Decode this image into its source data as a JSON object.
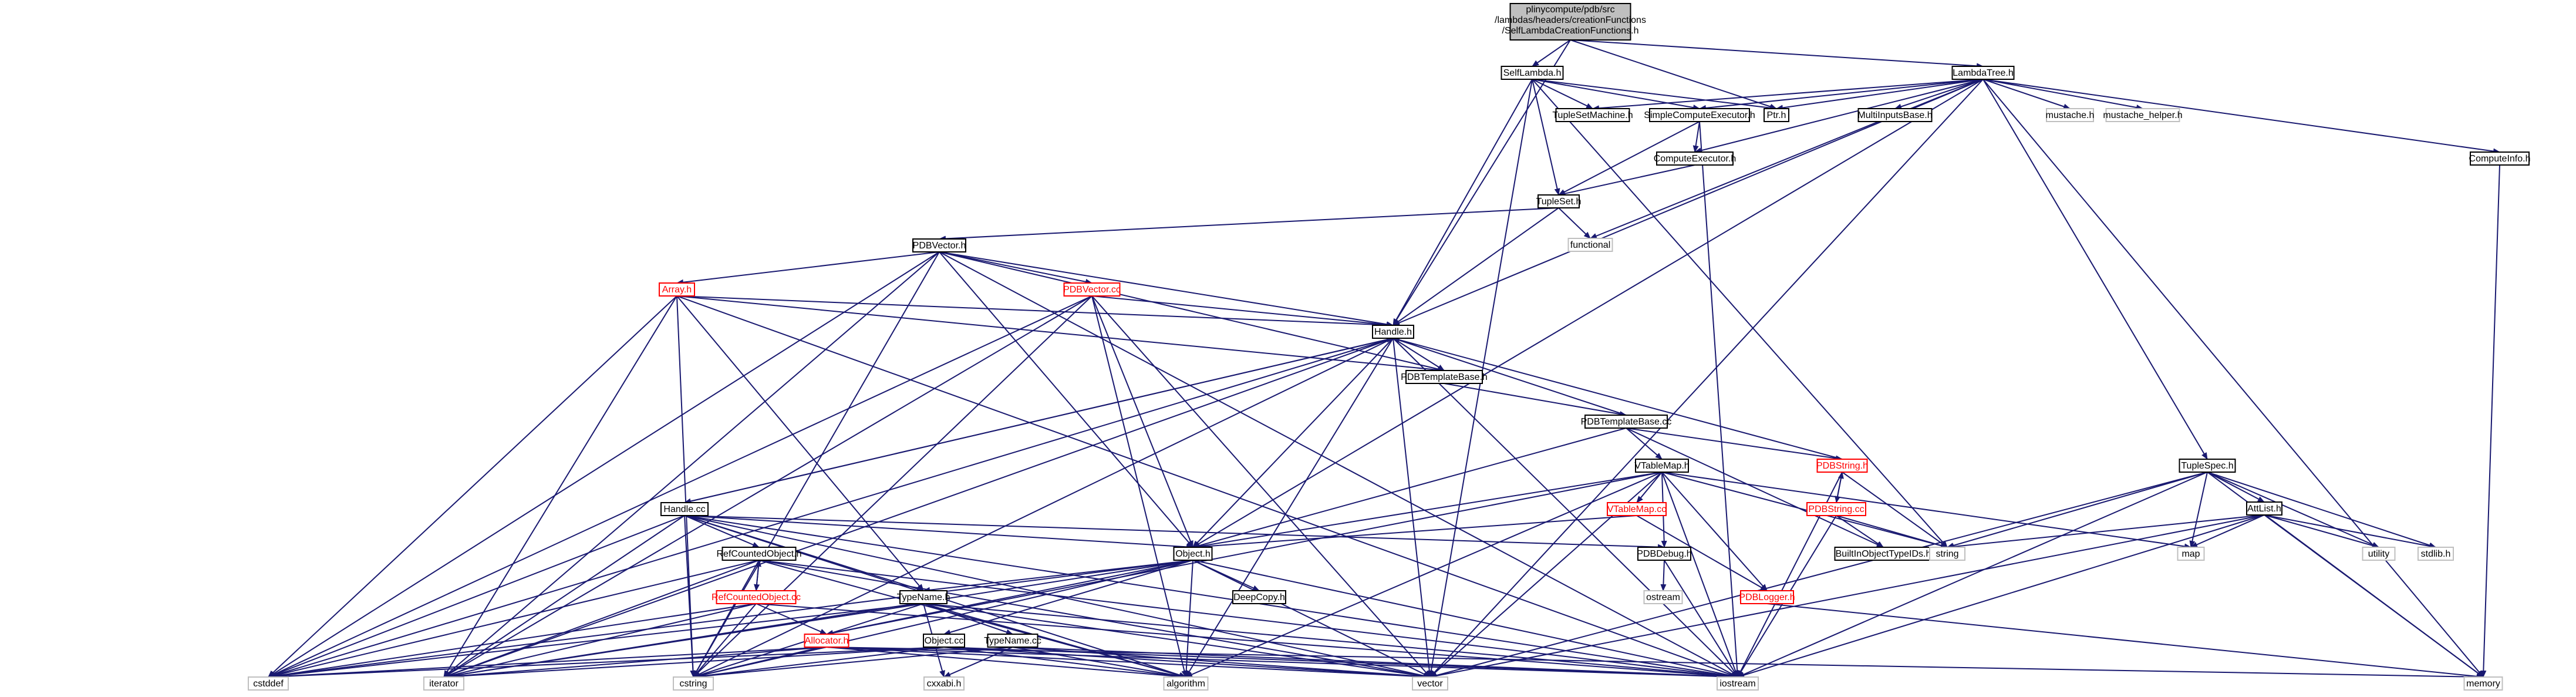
{
  "diagram": {
    "title": "plinycompute/pdb/src/lambdas/headers/creationFunctions/SelfLambdaCreationFunctions.h",
    "colors": {
      "edge": "#191970",
      "root_fill": "#bfbfbf",
      "node_border": "#000000",
      "broken_link": "#ff0000",
      "system_header": "#bfbfbf"
    },
    "nodes": [
      {
        "id": "root",
        "label_lines": [
          "plinycompute/pdb/src",
          "/lambdas/headers/creationFunctions",
          "/SelfLambdaCreationFunctions.h"
        ],
        "kind": "root"
      },
      {
        "id": "selflambda",
        "label": "SelfLambda.h",
        "kind": "normal"
      },
      {
        "id": "lambdatree",
        "label": "LambdaTree.h",
        "kind": "normal"
      },
      {
        "id": "tuplesetmachine",
        "label": "TupleSetMachine.h",
        "kind": "normal"
      },
      {
        "id": "simplecompute",
        "label": "SimpleComputeExecutor.h",
        "kind": "normal"
      },
      {
        "id": "ptr",
        "label": "Ptr.h",
        "kind": "normal"
      },
      {
        "id": "multiinputs",
        "label": "MultiInputsBase.h",
        "kind": "normal"
      },
      {
        "id": "mustache",
        "label": "mustache.h",
        "kind": "system"
      },
      {
        "id": "mustachehelper",
        "label": "mustache_helper.h",
        "kind": "system"
      },
      {
        "id": "computeinfo",
        "label": "ComputeInfo.h",
        "kind": "normal"
      },
      {
        "id": "computeexec",
        "label": "ComputeExecutor.h",
        "kind": "normal"
      },
      {
        "id": "tupleset",
        "label": "TupleSet.h",
        "kind": "normal"
      },
      {
        "id": "functional",
        "label": "functional",
        "kind": "system"
      },
      {
        "id": "pdbvectorh",
        "label": "PDBVector.h",
        "kind": "normal"
      },
      {
        "id": "arrayh",
        "label": "Array.h",
        "kind": "red"
      },
      {
        "id": "pdbvectorcc",
        "label": "PDBVector.cc",
        "kind": "red"
      },
      {
        "id": "handleh",
        "label": "Handle.h",
        "kind": "normal"
      },
      {
        "id": "pdbtemplateh",
        "label": "PDBTemplateBase.h",
        "kind": "normal"
      },
      {
        "id": "pdbtemplatecc",
        "label": "PDBTemplateBase.cc",
        "kind": "normal"
      },
      {
        "id": "vtablemaph",
        "label": "VTableMap.h",
        "kind": "normal"
      },
      {
        "id": "pdbstringh",
        "label": "PDBString.h",
        "kind": "red"
      },
      {
        "id": "tuplespec",
        "label": "TupleSpec.h",
        "kind": "normal"
      },
      {
        "id": "attlist",
        "label": "AttList.h",
        "kind": "normal"
      },
      {
        "id": "handlecc",
        "label": "Handle.cc",
        "kind": "normal"
      },
      {
        "id": "refcountedh",
        "label": "RefCountedObject.h",
        "kind": "normal"
      },
      {
        "id": "refcountedcc",
        "label": "RefCountedObject.cc",
        "kind": "red"
      },
      {
        "id": "objecth",
        "label": "Object.h",
        "kind": "normal"
      },
      {
        "id": "vtablemapcc",
        "label": "VTableMap.cc",
        "kind": "red"
      },
      {
        "id": "pdbdebug",
        "label": "PDBDebug.h",
        "kind": "normal"
      },
      {
        "id": "pdblogger",
        "label": "PDBLogger.h",
        "kind": "red"
      },
      {
        "id": "pdbstringcc",
        "label": "PDBString.cc",
        "kind": "red"
      },
      {
        "id": "builtin",
        "label": "BuiltInObjectTypeIDs.h",
        "kind": "normal"
      },
      {
        "id": "string",
        "label": "string",
        "kind": "system"
      },
      {
        "id": "map",
        "label": "map",
        "kind": "system"
      },
      {
        "id": "utility",
        "label": "utility",
        "kind": "system"
      },
      {
        "id": "stdlibh",
        "label": "stdlib.h",
        "kind": "system"
      },
      {
        "id": "deepcopy",
        "label": "DeepCopy.h",
        "kind": "normal"
      },
      {
        "id": "ostream",
        "label": "ostream",
        "kind": "system"
      },
      {
        "id": "typenameh",
        "label": "TypeName.h",
        "kind": "normal"
      },
      {
        "id": "allocatorh",
        "label": "Allocator.h",
        "kind": "red"
      },
      {
        "id": "objectcc",
        "label": "Object.cc",
        "kind": "normal"
      },
      {
        "id": "typenamecc",
        "label": "TypeName.cc",
        "kind": "normal"
      },
      {
        "id": "cstddef",
        "label": "cstddef",
        "kind": "system"
      },
      {
        "id": "iterator",
        "label": "iterator",
        "kind": "system"
      },
      {
        "id": "cstring",
        "label": "cstring",
        "kind": "system"
      },
      {
        "id": "cxxabi",
        "label": "cxxabi.h",
        "kind": "system"
      },
      {
        "id": "algorithm",
        "label": "algorithm",
        "kind": "system"
      },
      {
        "id": "vector",
        "label": "vector",
        "kind": "system"
      },
      {
        "id": "iostream",
        "label": "iostream",
        "kind": "system"
      },
      {
        "id": "memory",
        "label": "memory",
        "kind": "system"
      }
    ],
    "edges": [
      [
        "root",
        "selflambda"
      ],
      [
        "root",
        "lambdatree"
      ],
      [
        "root",
        "handleh"
      ],
      [
        "root",
        "ptr"
      ],
      [
        "selflambda",
        "tuplesetmachine"
      ],
      [
        "selflambda",
        "simplecompute"
      ],
      [
        "selflambda",
        "ptr"
      ],
      [
        "selflambda",
        "tupleset"
      ],
      [
        "selflambda",
        "handleh"
      ],
      [
        "selflambda",
        "vector"
      ],
      [
        "selflambda",
        "string"
      ],
      [
        "lambdatree",
        "tuplesetmachine"
      ],
      [
        "lambdatree",
        "simplecompute"
      ],
      [
        "lambdatree",
        "ptr"
      ],
      [
        "lambdatree",
        "multiinputs"
      ],
      [
        "lambdatree",
        "mustache"
      ],
      [
        "lambdatree",
        "mustachehelper"
      ],
      [
        "lambdatree",
        "computeinfo"
      ],
      [
        "lambdatree",
        "computeexec"
      ],
      [
        "lambdatree",
        "tuplespec"
      ],
      [
        "lambdatree",
        "handleh"
      ],
      [
        "lambdatree",
        "objecth"
      ],
      [
        "lambdatree",
        "functional"
      ],
      [
        "lambdatree",
        "memory"
      ],
      [
        "lambdatree",
        "vector"
      ],
      [
        "simplecompute",
        "computeexec"
      ],
      [
        "simplecompute",
        "tupleset"
      ],
      [
        "simplecompute",
        "iostream"
      ],
      [
        "computeexec",
        "tupleset"
      ],
      [
        "computeinfo",
        "memory"
      ],
      [
        "tupleset",
        "pdbvectorh"
      ],
      [
        "tupleset",
        "functional"
      ],
      [
        "tupleset",
        "handleh"
      ],
      [
        "pdbvectorh",
        "arrayh"
      ],
      [
        "pdbvectorh",
        "pdbvectorcc"
      ],
      [
        "pdbvectorh",
        "handleh"
      ],
      [
        "pdbvectorh",
        "objecth"
      ],
      [
        "pdbvectorh",
        "pdbtemplateh"
      ],
      [
        "pdbvectorh",
        "cstddef"
      ],
      [
        "pdbvectorh",
        "iterator"
      ],
      [
        "pdbvectorh",
        "cstring"
      ],
      [
        "pdbvectorh",
        "iostream"
      ],
      [
        "arrayh",
        "handleh"
      ],
      [
        "arrayh",
        "pdbtemplateh"
      ],
      [
        "arrayh",
        "typenameh"
      ],
      [
        "arrayh",
        "cstddef"
      ],
      [
        "arrayh",
        "iterator"
      ],
      [
        "arrayh",
        "cstring"
      ],
      [
        "arrayh",
        "iostream"
      ],
      [
        "pdbvectorcc",
        "handleh"
      ],
      [
        "pdbvectorcc",
        "objecth"
      ],
      [
        "pdbvectorcc",
        "cstring"
      ],
      [
        "pdbvectorcc",
        "algorithm"
      ],
      [
        "pdbvectorcc",
        "vector"
      ],
      [
        "pdbvectorcc",
        "cstddef"
      ],
      [
        "pdbvectorcc",
        "iterator"
      ],
      [
        "handleh",
        "pdbtemplateh"
      ],
      [
        "handleh",
        "handlecc"
      ],
      [
        "handleh",
        "objecth"
      ],
      [
        "handleh",
        "cstddef"
      ],
      [
        "handleh",
        "iterator"
      ],
      [
        "handleh",
        "cstring"
      ],
      [
        "handleh",
        "algorithm"
      ],
      [
        "handleh",
        "vector"
      ],
      [
        "handleh",
        "iostream"
      ],
      [
        "pdbtemplateh",
        "pdbtemplatecc"
      ],
      [
        "pdbtemplatecc",
        "vtablemaph"
      ],
      [
        "pdbtemplatecc",
        "objecth"
      ],
      [
        "pdbtemplatecc",
        "pdbstringh"
      ],
      [
        "pdbtemplatecc",
        "handleh"
      ],
      [
        "pdbtemplatecc",
        "builtin"
      ],
      [
        "vtablemaph",
        "vtablemapcc"
      ],
      [
        "vtablemaph",
        "pdbdebug"
      ],
      [
        "vtablemaph",
        "objecth"
      ],
      [
        "vtablemaph",
        "pdblogger"
      ],
      [
        "vtablemaph",
        "map"
      ],
      [
        "vtablemaph",
        "string"
      ],
      [
        "vtablemaph",
        "vector"
      ],
      [
        "vtablemaph",
        "algorithm"
      ],
      [
        "vtablemaph",
        "iostream"
      ],
      [
        "vtablemaph",
        "allocatorh"
      ],
      [
        "pdbstringh",
        "pdbstringcc"
      ],
      [
        "pdbstringh",
        "handleh"
      ],
      [
        "pdbstringh",
        "string"
      ],
      [
        "pdbstringh",
        "iostream"
      ],
      [
        "pdbstringcc",
        "pdbstringh"
      ],
      [
        "pdbstringcc",
        "builtin"
      ],
      [
        "pdbstringcc",
        "string"
      ],
      [
        "pdbstringcc",
        "iostream"
      ],
      [
        "vtablemapcc",
        "objecth"
      ],
      [
        "vtablemapcc",
        "pdblogger"
      ],
      [
        "pdblogger",
        "memory"
      ],
      [
        "pdbdebug",
        "ostream"
      ],
      [
        "pdbdebug",
        "iostream"
      ],
      [
        "tuplespec",
        "attlist"
      ],
      [
        "tuplespec",
        "string"
      ],
      [
        "tuplespec",
        "map"
      ],
      [
        "tuplespec",
        "memory"
      ],
      [
        "tuplespec",
        "utility"
      ],
      [
        "tuplespec",
        "stdlibh"
      ],
      [
        "tuplespec",
        "vector"
      ],
      [
        "tuplespec",
        "iostream"
      ],
      [
        "attlist",
        "string"
      ],
      [
        "attlist",
        "map"
      ],
      [
        "attlist",
        "utility"
      ],
      [
        "attlist",
        "stdlibh"
      ],
      [
        "attlist",
        "memory"
      ],
      [
        "attlist",
        "vector"
      ],
      [
        "attlist",
        "iostream"
      ],
      [
        "handlecc",
        "handleh"
      ],
      [
        "handlecc",
        "refcountedh"
      ],
      [
        "handlecc",
        "objecth"
      ],
      [
        "handlecc",
        "typenameh"
      ],
      [
        "handlecc",
        "pdbdebug"
      ],
      [
        "handlecc",
        "cstddef"
      ],
      [
        "handlecc",
        "iterator"
      ],
      [
        "handlecc",
        "cstring"
      ],
      [
        "handlecc",
        "algorithm"
      ],
      [
        "handlecc",
        "vector"
      ],
      [
        "handlecc",
        "iostream"
      ],
      [
        "refcountedh",
        "refcountedcc"
      ],
      [
        "refcountedh",
        "cstddef"
      ],
      [
        "refcountedh",
        "iterator"
      ],
      [
        "refcountedh",
        "cstring"
      ],
      [
        "refcountedh",
        "algorithm"
      ],
      [
        "refcountedh",
        "vector"
      ],
      [
        "refcountedh",
        "iostream"
      ],
      [
        "refcountedcc",
        "refcountedh"
      ],
      [
        "refcountedcc",
        "allocatorh"
      ],
      [
        "refcountedcc",
        "cstddef"
      ],
      [
        "refcountedcc",
        "iterator"
      ],
      [
        "refcountedcc",
        "cstring"
      ],
      [
        "refcountedcc",
        "iostream"
      ],
      [
        "objecth",
        "deepcopy"
      ],
      [
        "objecth",
        "typenameh"
      ],
      [
        "objecth",
        "objectcc"
      ],
      [
        "objecth",
        "allocatorh"
      ],
      [
        "objecth",
        "cstddef"
      ],
      [
        "objecth",
        "iterator"
      ],
      [
        "objecth",
        "cstring"
      ],
      [
        "objecth",
        "algorithm"
      ],
      [
        "objecth",
        "vector"
      ],
      [
        "objecth",
        "iostream"
      ],
      [
        "typenameh",
        "typenamecc"
      ],
      [
        "typenameh",
        "cxxabi"
      ],
      [
        "typenameh",
        "cstddef"
      ],
      [
        "typenameh",
        "iterator"
      ],
      [
        "typenameh",
        "cstring"
      ],
      [
        "typenameh",
        "algorithm"
      ],
      [
        "typenameh",
        "vector"
      ],
      [
        "typenameh",
        "iostream"
      ],
      [
        "typenamecc",
        "cxxabi"
      ],
      [
        "typenamecc",
        "cstring"
      ],
      [
        "typenamecc",
        "algorithm"
      ],
      [
        "typenamecc",
        "vector"
      ],
      [
        "typenamecc",
        "iostream"
      ],
      [
        "objectcc",
        "cstddef"
      ],
      [
        "objectcc",
        "iterator"
      ],
      [
        "objectcc",
        "cstring"
      ],
      [
        "objectcc",
        "algorithm"
      ],
      [
        "objectcc",
        "vector"
      ],
      [
        "objectcc",
        "iostream"
      ],
      [
        "allocatorh",
        "cstddef"
      ],
      [
        "allocatorh",
        "iterator"
      ],
      [
        "allocatorh",
        "cstring"
      ],
      [
        "allocatorh",
        "algorithm"
      ],
      [
        "allocatorh",
        "vector"
      ],
      [
        "allocatorh",
        "iostream"
      ],
      [
        "allocatorh",
        "memory"
      ]
    ]
  }
}
